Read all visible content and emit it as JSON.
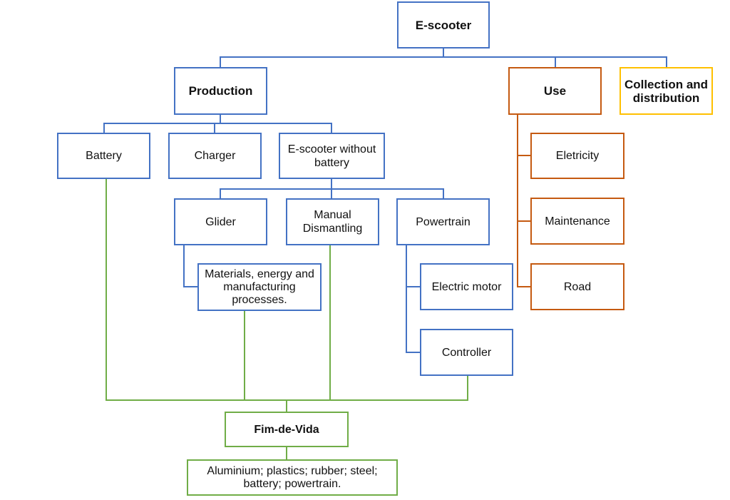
{
  "diagram": {
    "root": "E-scooter",
    "stages": {
      "production": "Production",
      "use": "Use",
      "collection": "Collection and distribution"
    },
    "production_items": {
      "battery": "Battery",
      "charger": "Charger",
      "escooter_without_battery": "E-scooter without battery"
    },
    "escooter_parts": {
      "glider": "Glider",
      "manual_dismantling": "Manual Dismantling",
      "powertrain": "Powertrain"
    },
    "glider_detail": "Materials,  energy and manufacturing processes.",
    "powertrain_parts": {
      "electric_motor": "Electric motor",
      "controller": "Controller"
    },
    "use_items": {
      "electricity": "Eletricity",
      "maintenance": "Maintenance",
      "road": "Road"
    },
    "end_of_life": "Fim-de-Vida",
    "end_of_life_materials": "Aluminium; plastics; rubber; steel; battery; powertrain.",
    "colors": {
      "production": "#4472C4",
      "use": "#C55A11",
      "collection": "#FFC000",
      "end_of_life": "#70AD47"
    }
  }
}
